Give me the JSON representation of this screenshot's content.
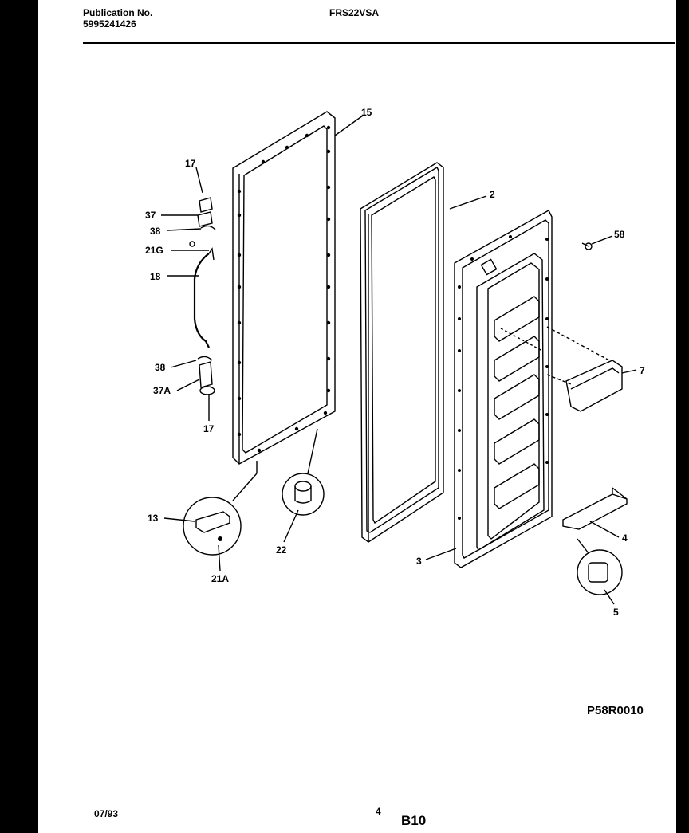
{
  "header": {
    "publication_label": "Publication No.",
    "publication_number": "5995241426",
    "model": "FRS22VSA"
  },
  "diagram_code": "P58R0010",
  "footer": {
    "date": "07/93",
    "page_number": "4",
    "section": "B10"
  },
  "callouts": {
    "c15": "15",
    "c2": "2",
    "c17a": "17",
    "c37": "37",
    "c38a": "38",
    "c21g": "21G",
    "c18": "18",
    "c58": "58",
    "c7": "7",
    "c38b": "38",
    "c37a": "37A",
    "c17b": "17",
    "c13": "13",
    "c22": "22",
    "c21a": "21A",
    "c3": "3",
    "c4": "4",
    "c5": "5"
  }
}
